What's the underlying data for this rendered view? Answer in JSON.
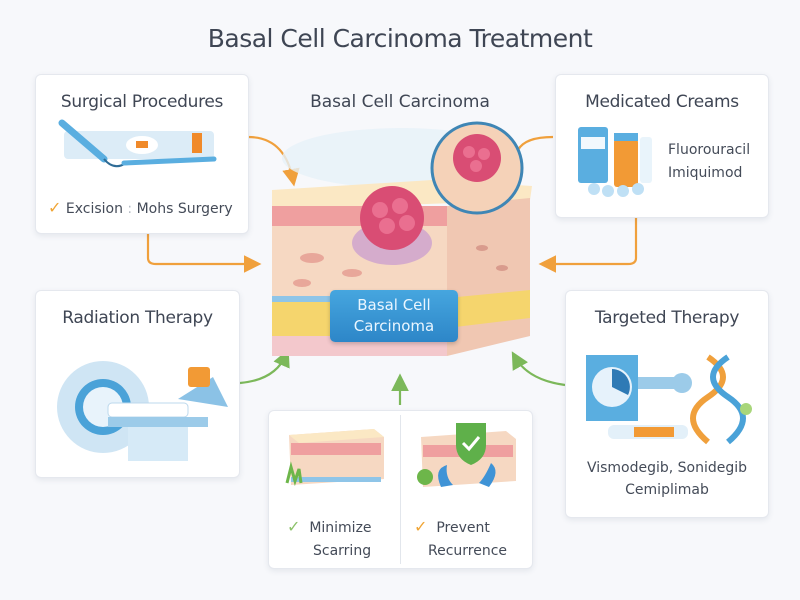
{
  "title": "Basal Cell Carcinoma Treatment",
  "center": {
    "title": "Basal Cell Carcinoma",
    "label_line1": "Basal Cell",
    "label_line2": "Carcinoma"
  },
  "cards": {
    "surgical": {
      "title": "Surgical Procedures",
      "items": [
        "Excision",
        "Mohs Surgery"
      ],
      "separator": ":",
      "check_icon": "check-icon",
      "illustration": "scalpel-illustration"
    },
    "creams": {
      "title": "Medicated Creams",
      "items": [
        "Fluorouracil",
        "Imiquimod"
      ],
      "illustration": "cream-jars-illustration"
    },
    "radiation": {
      "title": "Radiation Therapy",
      "illustration": "radiation-machine-illustration"
    },
    "targeted": {
      "title": "Targeted Therapy",
      "line1": "Vismodegib, Sonidegib",
      "line2": "Cemiplimab",
      "illustration": "dna-and-device-illustration"
    },
    "outcomes": [
      {
        "line1": "Minimize",
        "line2": "Scarring",
        "check_icon": "check-icon"
      },
      {
        "line1": "Prevent",
        "line2": "Recurrence",
        "check_icon": "check-icon",
        "badge_icon": "shield-check-icon"
      }
    ]
  },
  "colors": {
    "orange_arrow": "#f0a03c",
    "green_arrow": "#7cb85a",
    "label_blue": "#3596d4",
    "check_orange": "#f0a536",
    "check_green": "#8cc26a"
  }
}
